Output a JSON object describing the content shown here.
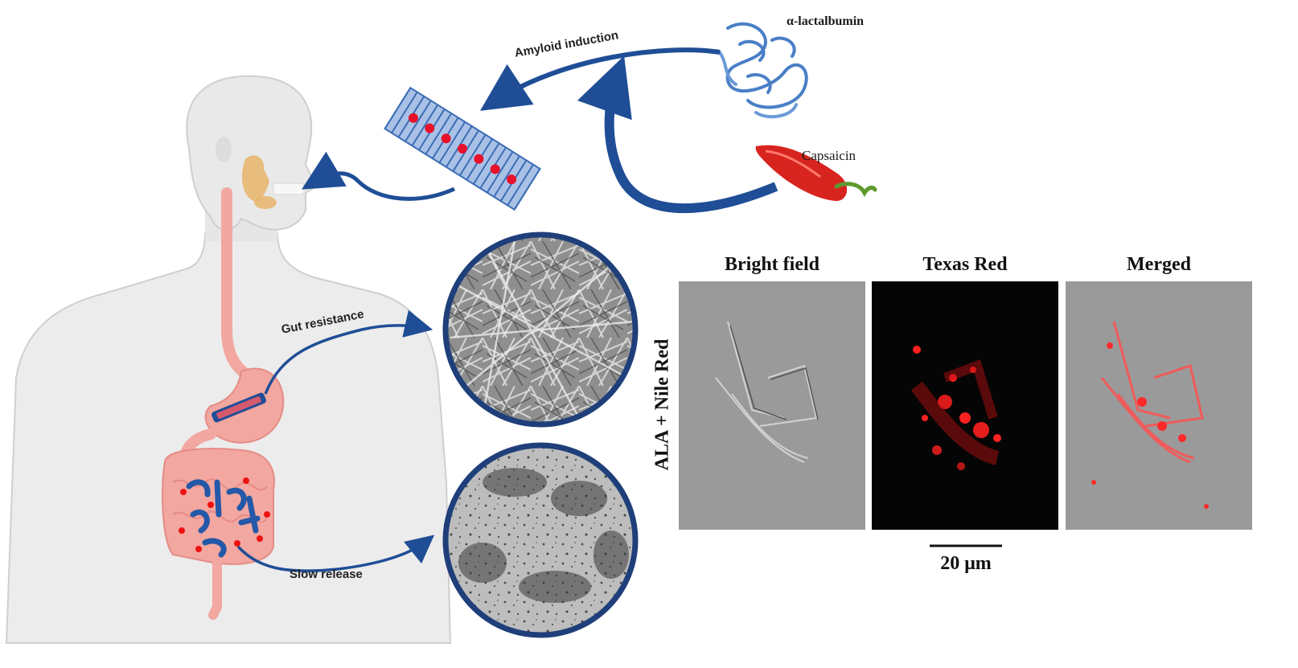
{
  "labels": {
    "lactalbumin": "α-lactalbumin",
    "capsaicin": "Capsaicin",
    "amyloid_induction": "Amyloid induction",
    "gut_resistance": "Gut resistance",
    "slow_release": "Slow release"
  },
  "microscopy": {
    "row_label": "ALA + Nile Red",
    "panels": [
      "Bright field",
      "Texas Red",
      "Merged"
    ],
    "scale_bar": "20 μm"
  },
  "colors": {
    "arrow": "#1f4e96",
    "skin": "#ececec",
    "organ": "#f2a7a0",
    "gland": "#e8b46a",
    "protein": "#4a7fc6",
    "pepper": "#d8241f",
    "fluor_red": "#ff2020"
  }
}
